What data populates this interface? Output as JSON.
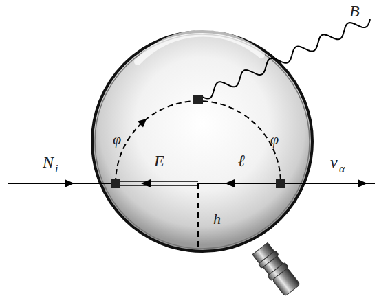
{
  "diagram": {
    "labels": [
      "B",
      "φ",
      "φ",
      "N",
      "i",
      "E",
      "ℓ",
      "ν",
      "α",
      "h"
    ]
  }
}
